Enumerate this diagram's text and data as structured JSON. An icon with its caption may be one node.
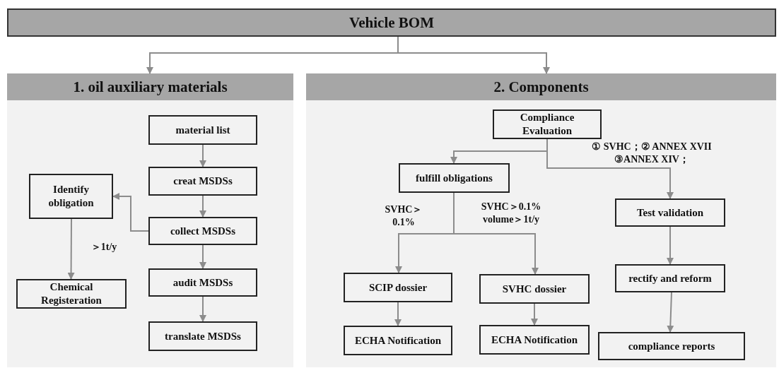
{
  "diagram": {
    "nodes": [
      {
        "text": [
          "Vehicle BOM"
        ]
      },
      {
        "text": [
          "1. oil auxiliary materials"
        ]
      },
      {
        "text": [
          "2. Components"
        ]
      },
      {
        "text": [
          "material list"
        ],
        "in": 1
      },
      {
        "text": [
          "creat MSDSs"
        ],
        "in": 1
      },
      {
        "text": [
          "collect MSDSs"
        ],
        "in": 1
      },
      {
        "text": [
          "audit MSDSs"
        ],
        "in": 1
      },
      {
        "text": [
          "translate MSDSs"
        ],
        "in": 1
      },
      {
        "text": [
          "Identify obligation"
        ],
        "in": 1
      },
      {
        "text": [
          "Chemical Registeration"
        ],
        "in": 1
      },
      {
        "text": [
          "Compliance Evaluation"
        ],
        "in": 2
      },
      {
        "text": [
          "fulfill obligations"
        ],
        "in": 2
      },
      {
        "text": [
          "Test validation"
        ],
        "in": 2
      },
      {
        "text": [
          "SCIP dossier"
        ],
        "in": 2
      },
      {
        "text": [
          "SVHC dossier"
        ],
        "in": 2
      },
      {
        "text": [
          "rectify and reform"
        ],
        "in": 2
      },
      {
        "text": [
          "ECHA Notification"
        ],
        "in": 2
      },
      {
        "text": [
          "ECHA Notification"
        ],
        "in": 2
      },
      {
        "text": [
          "compliance reports"
        ],
        "in": 2
      }
    ],
    "edges": [
      {
        "from": 0,
        "to": 1,
        "arrow": "to"
      },
      {
        "from": 0,
        "to": 2,
        "arrow": "to"
      },
      {
        "from": 3,
        "to": 4,
        "arrow": "to"
      },
      {
        "from": 4,
        "to": 5,
        "arrow": "to"
      },
      {
        "from": 5,
        "to": 6,
        "arrow": "to"
      },
      {
        "from": 6,
        "to": 7,
        "arrow": "to"
      },
      {
        "from": 5,
        "to": 8,
        "arrow": "to"
      },
      {
        "from": 8,
        "to": 9,
        "arrow": "to",
        "label": "＞1t/y"
      },
      {
        "from": 10,
        "to": 11,
        "arrow": "to"
      },
      {
        "from": 10,
        "to": 12,
        "arrow": "to",
        "label": "① SVHC；② ANNEX XVII ③ANNEX XIV；"
      },
      {
        "from": 11,
        "to": 13,
        "arrow": "to",
        "label": "SVHC＞ 0.1%"
      },
      {
        "from": 11,
        "to": 14,
        "arrow": "to",
        "label": "SVHC＞0.1% volume＞1t/y"
      },
      {
        "from": 13,
        "to": 16,
        "arrow": "to"
      },
      {
        "from": 14,
        "to": 17,
        "arrow": "to"
      },
      {
        "from": 12,
        "to": 15,
        "arrow": "to"
      },
      {
        "from": 15,
        "to": 18,
        "arrow": "to"
      }
    ]
  }
}
